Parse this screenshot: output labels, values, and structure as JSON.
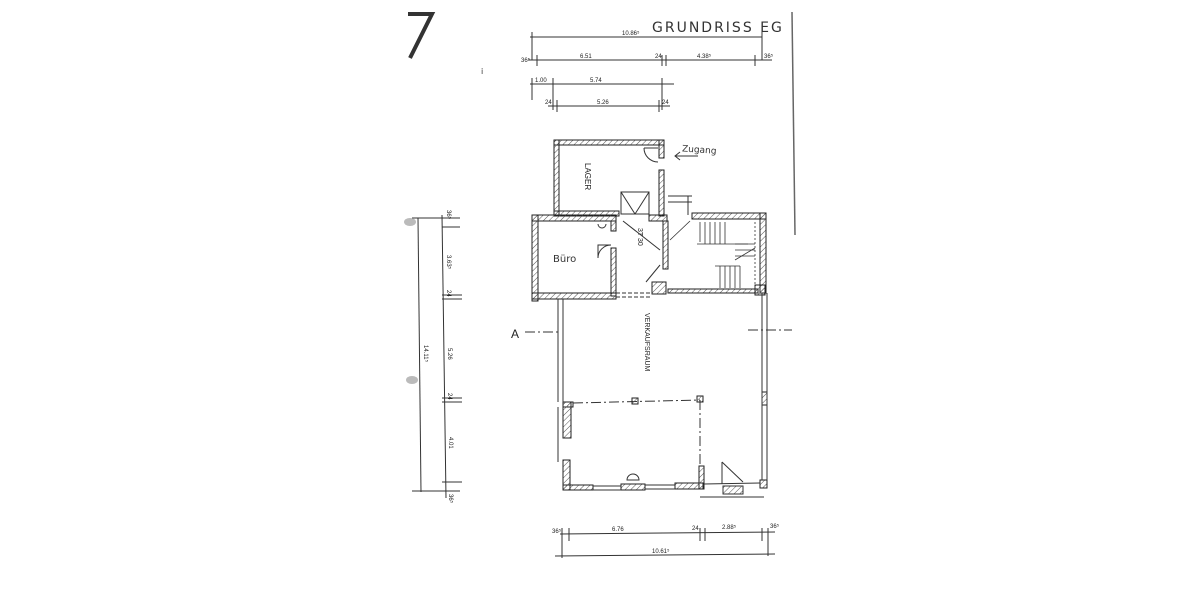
{
  "title": "GRUNDRISS EG",
  "rooms": {
    "lager": "LAGER",
    "buero": "Büro",
    "verkaufsraum": "VERKAUFSRAUM"
  },
  "annotations": {
    "zugang": "Zugang",
    "section_marker": "A",
    "corner_mark": "7",
    "stair_note": "3T 30"
  },
  "dimensions": {
    "top": {
      "overall": "10.86⁵",
      "row1": [
        "36⁵",
        "6.51",
        "24",
        "4.38⁵",
        "36⁵"
      ],
      "row2": [
        "1.00",
        "5.74"
      ],
      "row3": [
        "24",
        "5.26",
        "24"
      ]
    },
    "left": {
      "overall": "14.11⁵",
      "segments": [
        "36⁵",
        "3.63⁵",
        "24",
        "5.26",
        "24",
        "4.01",
        "36⁵"
      ]
    },
    "bottom": {
      "row1": [
        "36⁵",
        "6.76",
        "24",
        "2.88⁵",
        "36⁵"
      ],
      "overall": "10.61⁵"
    }
  },
  "colors": {
    "ink": "#2a2a2a",
    "hatch": "#555555",
    "paper": "#ffffff"
  }
}
